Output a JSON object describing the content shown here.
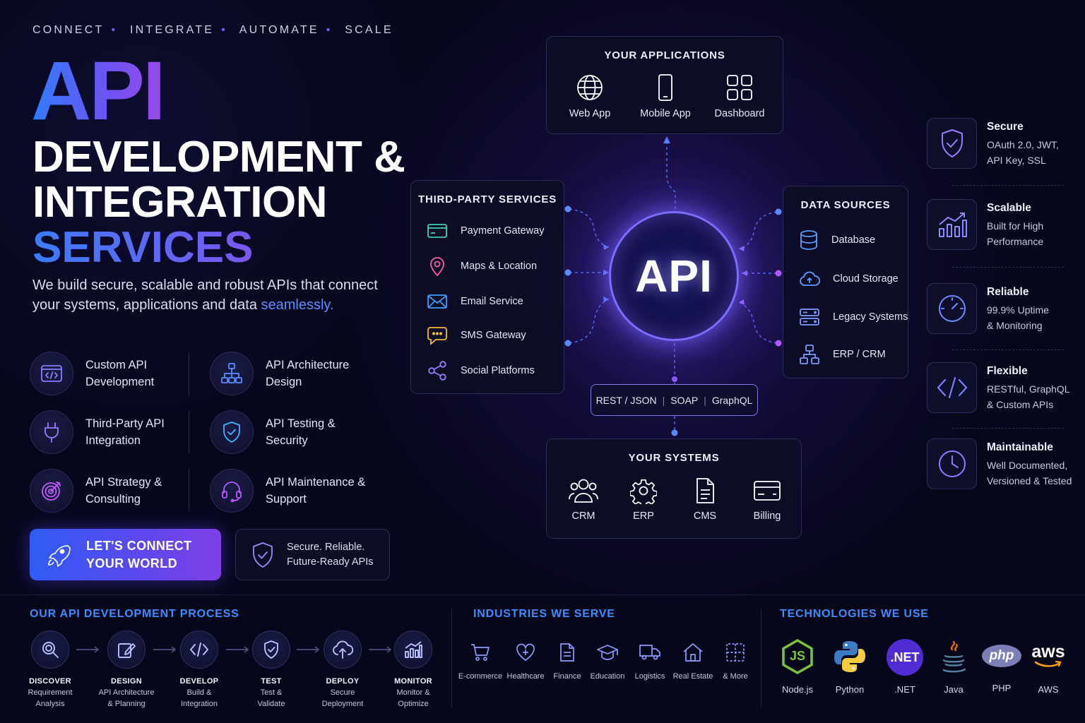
{
  "hero": {
    "tagline": [
      "CONNECT",
      "INTEGRATE",
      "AUTOMATE",
      "SCALE"
    ],
    "title_api": "API",
    "title_line1": "DEVELOPMENT &",
    "title_line2": "INTEGRATION",
    "title_line3": "SERVICES",
    "lead": "We build secure, scalable and robust APIs that connect your systems, applications and data",
    "lead_highlight": "seamlessly."
  },
  "services": [
    {
      "label": "Custom API Development",
      "icon": "code-window-icon"
    },
    {
      "label": "API Architecture Design",
      "icon": "hierarchy-icon"
    },
    {
      "label": "Third-Party API Integration",
      "icon": "plug-icon"
    },
    {
      "label": "API Testing & Security",
      "icon": "shield-check-icon"
    },
    {
      "label": "API Strategy & Consulting",
      "icon": "target-icon"
    },
    {
      "label": "API Maintenance & Support",
      "icon": "headset-icon"
    }
  ],
  "cta": {
    "label_line1": "LET'S CONNECT",
    "label_line2": "YOUR WORLD",
    "icon": "rocket-icon"
  },
  "badge": {
    "line1": "Secure. Reliable.",
    "line2": "Future-Ready APIs",
    "icon": "shield-check-icon"
  },
  "diagram": {
    "hub_label": "API",
    "applications": {
      "title": "YOUR APPLICATIONS",
      "items": [
        {
          "label": "Web App",
          "icon": "globe-icon"
        },
        {
          "label": "Mobile App",
          "icon": "mobile-icon"
        },
        {
          "label": "Dashboard",
          "icon": "dashboard-icon"
        }
      ]
    },
    "third_party": {
      "title": "THIRD-PARTY SERVICES",
      "items": [
        {
          "label": "Payment Gateway",
          "icon": "credit-card-icon"
        },
        {
          "label": "Maps & Location",
          "icon": "map-pin-icon"
        },
        {
          "label": "Email Service",
          "icon": "mail-icon"
        },
        {
          "label": "SMS Gateway",
          "icon": "chat-icon"
        },
        {
          "label": "Social Platforms",
          "icon": "share-icon"
        }
      ]
    },
    "data_sources": {
      "title": "DATA SOURCES",
      "items": [
        {
          "label": "Database",
          "icon": "database-icon"
        },
        {
          "label": "Cloud Storage",
          "icon": "cloud-icon"
        },
        {
          "label": "Legacy Systems",
          "icon": "server-icon"
        },
        {
          "label": "ERP / CRM",
          "icon": "network-icon"
        }
      ]
    },
    "protocols": [
      "REST / JSON",
      "SOAP",
      "GraphQL"
    ],
    "systems": {
      "title": "YOUR SYSTEMS",
      "items": [
        {
          "label": "CRM",
          "icon": "users-icon"
        },
        {
          "label": "ERP",
          "icon": "gear-icon"
        },
        {
          "label": "CMS",
          "icon": "document-icon"
        },
        {
          "label": "Billing",
          "icon": "card-icon"
        }
      ]
    }
  },
  "features": [
    {
      "title": "Secure",
      "desc_line1": "OAuth 2.0, JWT,",
      "desc_line2": "API Key, SSL",
      "icon": "shield-check-icon"
    },
    {
      "title": "Scalable",
      "desc_line1": "Built for High",
      "desc_line2": "Performance",
      "icon": "bar-chart-icon"
    },
    {
      "title": "Reliable",
      "desc_line1": "99.9% Uptime",
      "desc_line2": "& Monitoring",
      "icon": "gauge-icon"
    },
    {
      "title": "Flexible",
      "desc_line1": "RESTful, GraphQL",
      "desc_line2": "& Custom APIs",
      "icon": "code-icon"
    },
    {
      "title": "Maintainable",
      "desc_line1": "Well Documented,",
      "desc_line2": "Versioned & Tested",
      "icon": "clock-icon"
    }
  ],
  "process": {
    "title": "OUR API DEVELOPMENT PROCESS",
    "steps": [
      {
        "name": "DISCOVER",
        "line1": "Requirement",
        "line2": "Analysis",
        "icon": "search-icon"
      },
      {
        "name": "DESIGN",
        "line1": "API Architecture",
        "line2": "& Planning",
        "icon": "pencil-icon"
      },
      {
        "name": "DEVELOP",
        "line1": "Build &",
        "line2": "Integration",
        "icon": "code-icon"
      },
      {
        "name": "TEST",
        "line1": "Test &",
        "line2": "Validate",
        "icon": "shield-check-icon"
      },
      {
        "name": "DEPLOY",
        "line1": "Secure",
        "line2": "Deployment",
        "icon": "cloud-upload-icon"
      },
      {
        "name": "MONITOR",
        "line1": "Monitor &",
        "line2": "Optimize",
        "icon": "bar-chart-icon"
      }
    ]
  },
  "industries": {
    "title": "INDUSTRIES WE SERVE",
    "items": [
      {
        "label": "E-commerce",
        "icon": "cart-icon"
      },
      {
        "label": "Healthcare",
        "icon": "heart-icon"
      },
      {
        "label": "Finance",
        "icon": "document-icon"
      },
      {
        "label": "Education",
        "icon": "graduation-cap-icon"
      },
      {
        "label": "Logistics",
        "icon": "truck-icon"
      },
      {
        "label": "Real Estate",
        "icon": "house-icon"
      },
      {
        "label": "& More",
        "icon": "grid-icon"
      }
    ]
  },
  "technologies": {
    "title": "TECHNOLOGIES WE USE",
    "items": [
      {
        "label": "Node.js",
        "icon": "nodejs-icon",
        "logo": "JS"
      },
      {
        "label": "Python",
        "icon": "python-icon"
      },
      {
        "label": ".NET",
        "icon": "dotnet-icon",
        "logo": ".NET"
      },
      {
        "label": "Java",
        "icon": "java-icon"
      },
      {
        "label": "PHP",
        "icon": "php-icon",
        "logo": "php"
      },
      {
        "label": "AWS",
        "icon": "aws-icon",
        "logo": "aws"
      }
    ]
  },
  "colors": {
    "background": "#07071c",
    "accent_blue": "#3f8cff",
    "accent_purple": "#8b5cf6",
    "hub_ring": "#7d6dff",
    "panel_border": "#2b2d58"
  }
}
